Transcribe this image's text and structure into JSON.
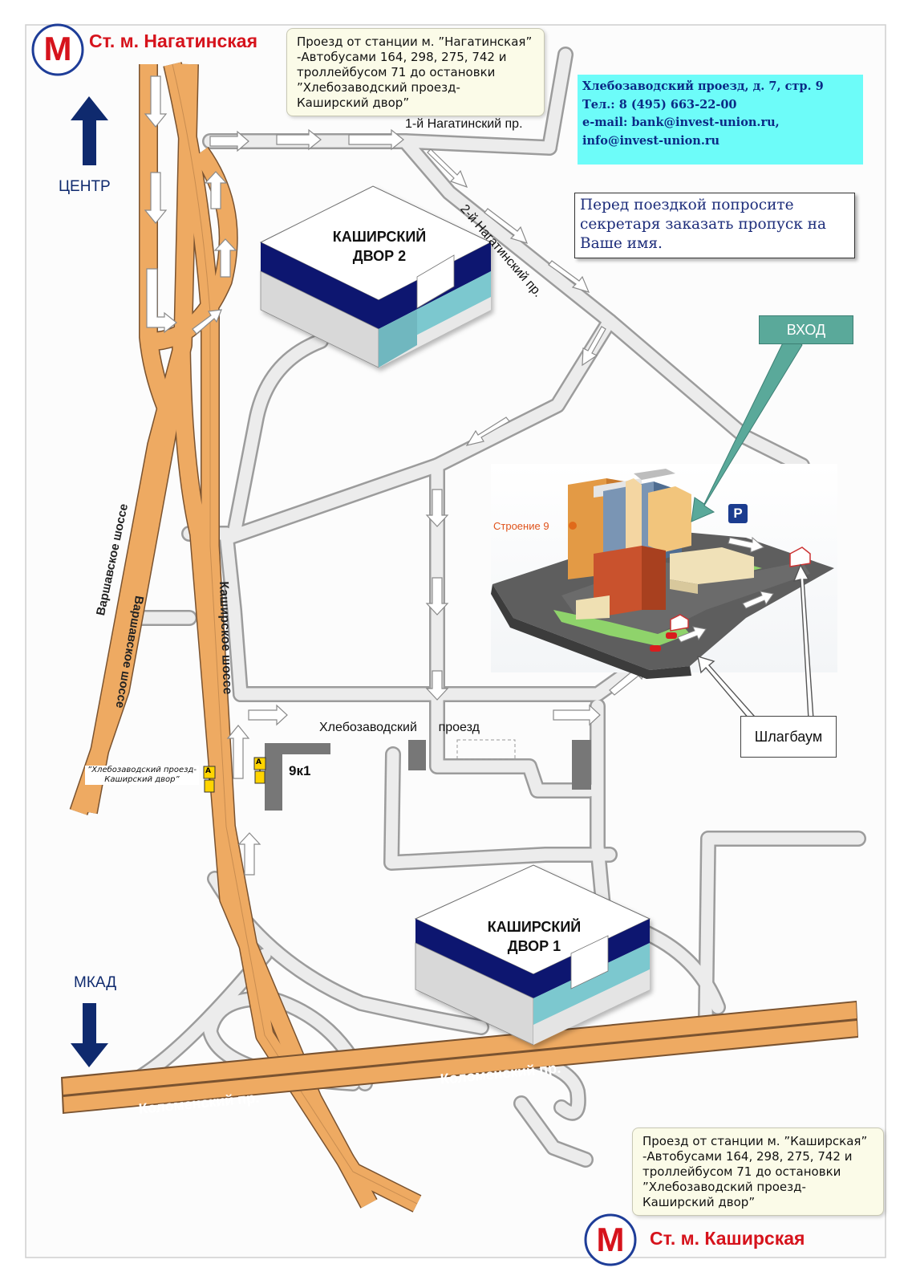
{
  "metro_top": {
    "logo_letter": "M",
    "station_name": "Ст. м. Нагатинская"
  },
  "metro_bottom": {
    "logo_letter": "M",
    "station_name": "Ст. м. Каширская"
  },
  "callout_top": {
    "lines": [
      "Проезд от станции м. ”Нагатинская”",
      "-Автобусами 164, 298, 275, 742 и",
      "троллейбусом 71 до остановки",
      "”Хлебозаводский проезд-",
      "Каширский двор”"
    ]
  },
  "callout_bottom": {
    "lines": [
      "Проезд от станции м. ”Каширская”",
      "-Автобусами 164, 298, 275, 742 и",
      "троллейбусом 71 до остановки",
      "”Хлебозаводский проезд-",
      "Каширский двор”"
    ]
  },
  "contact": {
    "address": "Хлебозаводский проезд, д. 7, стр. 9",
    "phone": "Тел.: 8 (495) 663-22-00",
    "email1": "e-mail: bank@invest-union.ru,",
    "email2": "info@invest-union.ru"
  },
  "notice": {
    "lines": [
      "Перед поездкой попросите",
      "секретаря заказать пропуск на",
      "Ваше имя."
    ]
  },
  "directions": {
    "center": "ЦЕНТР",
    "mkad": "МКАД"
  },
  "streets": {
    "nagatinsky_1": "1-й Нагатинский пр.",
    "nagatinsky_2": "2-й Нагатинский пр.",
    "varshavskoe_1": "Варшавское шоссе",
    "varshavskoe_2": "Варшавское шоссе",
    "kashirskoe": "Каширское шоссе",
    "khlebozavodsky": "Хлебозаводский      проезд",
    "kolomensky_1": "Коломенский пр.",
    "kolomensky_2": "Коломенский пр."
  },
  "buildings": {
    "dvor2": [
      "КАШИРСКИЙ",
      "ДВОР 2"
    ],
    "dvor1": [
      "КАШИРСКИЙ",
      "ДВОР 1"
    ],
    "b9k1": "9к1",
    "stroenie9": "Строение 9"
  },
  "bus_stop": {
    "lines": [
      "”Хлебозаводский проезд-",
      "Каширский двор”"
    ],
    "sign": "A"
  },
  "entrance_label": "ВХОД",
  "barrier_label": "Шлагбаум",
  "parking_sign": "P",
  "colors": {
    "highway": "#eeaa62",
    "road": "#d9d9d9",
    "metro_red": "#d6131c",
    "contact_bg": "#6dfcf9",
    "building_top": "#ffffff",
    "building_band": "#10176f",
    "building_teal": "#7bc8cf",
    "entrance_arrow": "#5aa99a",
    "direction_arrow": "#0f2a6e"
  }
}
